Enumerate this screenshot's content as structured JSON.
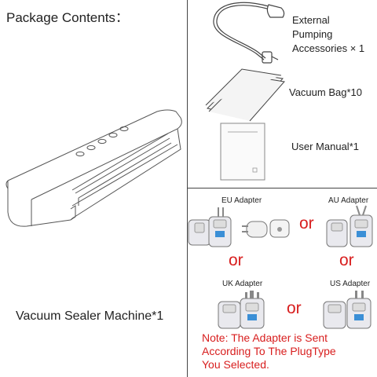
{
  "package": {
    "title": "Package Contents：",
    "machine_label": "Vacuum Sealer Machine*1"
  },
  "items": {
    "pump_label": "External\nPumping\nAccessories × 1",
    "bag_label": "Vacuum Bag*10",
    "manual_label": "User Manual*1"
  },
  "adapters": {
    "eu": "EU Adapter",
    "au": "AU Adapter",
    "uk": "UK Adapter",
    "us": "US Adapter",
    "or_text": "or",
    "note": "Note: The Adapter is Sent\nAccording To The PlugType\nYou Selected."
  },
  "colors": {
    "accent_red": "#d81e1e",
    "line": "#444444",
    "adapter_body": "#e9e9ee",
    "adapter_window": "#3b8fd6"
  }
}
